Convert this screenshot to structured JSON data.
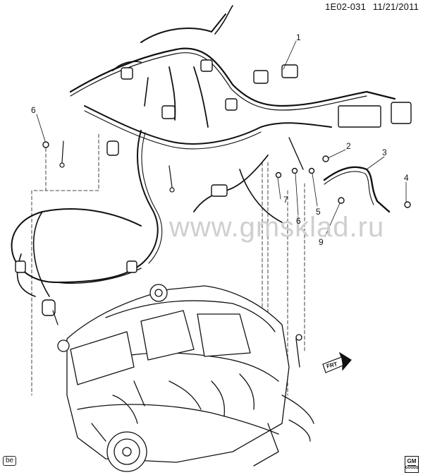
{
  "header": {
    "code": "1E02-031",
    "date": "11/21/2011"
  },
  "watermark": "www.gmsklad.ru",
  "callouts": [
    "1",
    "2",
    "3",
    "4",
    "5",
    "6",
    "6",
    "7",
    "9"
  ],
  "direction_label": "FRT",
  "badge": "be",
  "logo": {
    "top": "GM",
    "bottom": "GOODS"
  },
  "icons": [
    "front-direction-arrow-icon",
    "gm-goods-logo-icon"
  ],
  "colors": {
    "line": "#111111",
    "watermark": "#cfcfcf",
    "background": "#ffffff"
  }
}
